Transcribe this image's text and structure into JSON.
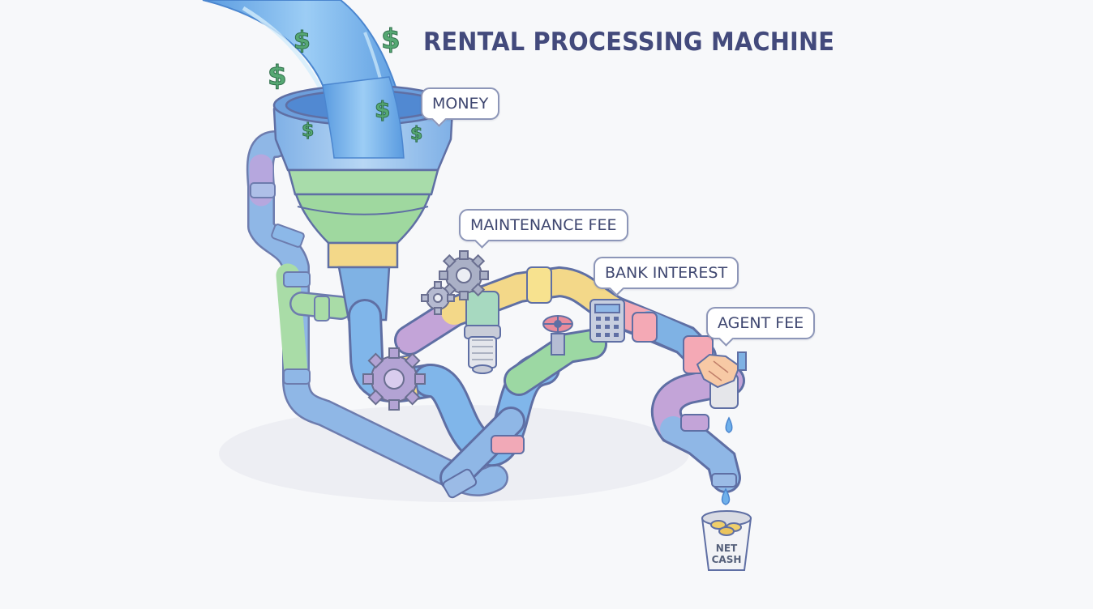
{
  "title": "RENTAL PROCESSING MACHINE",
  "labels": {
    "money": "MONEY",
    "maintenance_fee": "MAINTENANCE FEE",
    "bank_interest": "BANK INTEREST",
    "agent_fee": "AGENT FEE",
    "net_cash_line1": "NET",
    "net_cash_line2": "CASH"
  },
  "icons": [
    "dollar-sign-icon",
    "gear-icon",
    "valve-wheel-icon",
    "calculator-icon",
    "handshake-icon",
    "water-drop-icon",
    "coin-cup-icon"
  ],
  "colors": {
    "title": "#434a7c",
    "water": "#6fb0ea",
    "pipe_blue": "#7fb2e4",
    "pipe_green": "#9bd7a2",
    "pipe_yellow": "#f3d889",
    "pipe_pink": "#f1a9b7",
    "pipe_purple": "#b8a6df",
    "dollar": "#4fa472"
  }
}
